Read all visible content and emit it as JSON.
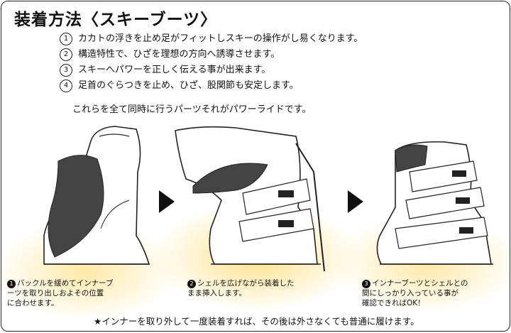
{
  "title": "装着方法〈スキーブーツ〉",
  "points": [
    {
      "num": "1",
      "text": "カカトの浮きを止め足がフィットしスキーの操作がし易くなります。"
    },
    {
      "num": "2",
      "text": "構造特性で、ひざを理想の方向へ誘導させます。"
    },
    {
      "num": "3",
      "text": "スキーへパワーを正しく伝える事が出来ます。"
    },
    {
      "num": "4",
      "text": "足首のぐらつきを止め、ひざ、股関節も安定します。"
    }
  ],
  "summary": "これらを全て同時に行うパーツそれがパワーライドです。",
  "steps": [
    {
      "num": "1",
      "lines": [
        "バックルを緩めてインナーブ",
        "ーツを取り出しおよその位置",
        "に合わせます。"
      ]
    },
    {
      "num": "2",
      "lines": [
        "シェルを広げながら装着した",
        "まま挿入します。"
      ]
    },
    {
      "num": "3",
      "lines": [
        "インナーブーツとシェルとの",
        "間にしっかり入っている事が",
        "確認できればOK！"
      ]
    }
  ],
  "footer": "★インナーを取り外して一度装着すれば、その後は外さなくても普通に履けます。",
  "colors": {
    "pad": "#444444",
    "glow": "#ffc828",
    "ink": "#111111"
  }
}
